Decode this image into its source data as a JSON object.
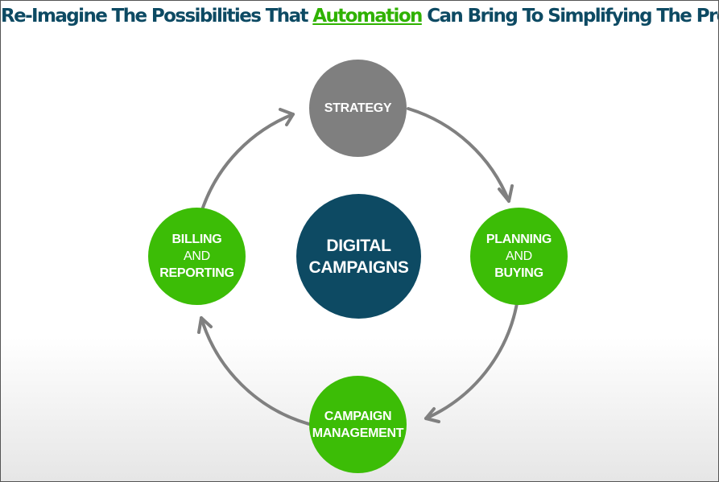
{
  "title": {
    "before": "Re-Imagine The Possibilities That ",
    "highlight": "Automation",
    "after": " Can Bring To Simplifying The Process"
  },
  "center": {
    "line1": "DIGITAL",
    "line2": "CAMPAIGNS"
  },
  "cycle": {
    "strategy": {
      "line1": "STRATEGY"
    },
    "planning": {
      "line1": "PLANNING",
      "connector": "AND",
      "line2": "BUYING"
    },
    "campaign": {
      "line1": "CAMPAIGN",
      "line2": "MANAGEMENT"
    },
    "billing": {
      "line1": "BILLING",
      "connector": "AND",
      "line2": "REPORTING"
    }
  },
  "colors": {
    "title": "#0d4a63",
    "highlight": "#2fb200",
    "strategy": "#7f7f7f",
    "stage": "#3cbd06",
    "center": "#0d4a63",
    "arrow": "#808080"
  }
}
